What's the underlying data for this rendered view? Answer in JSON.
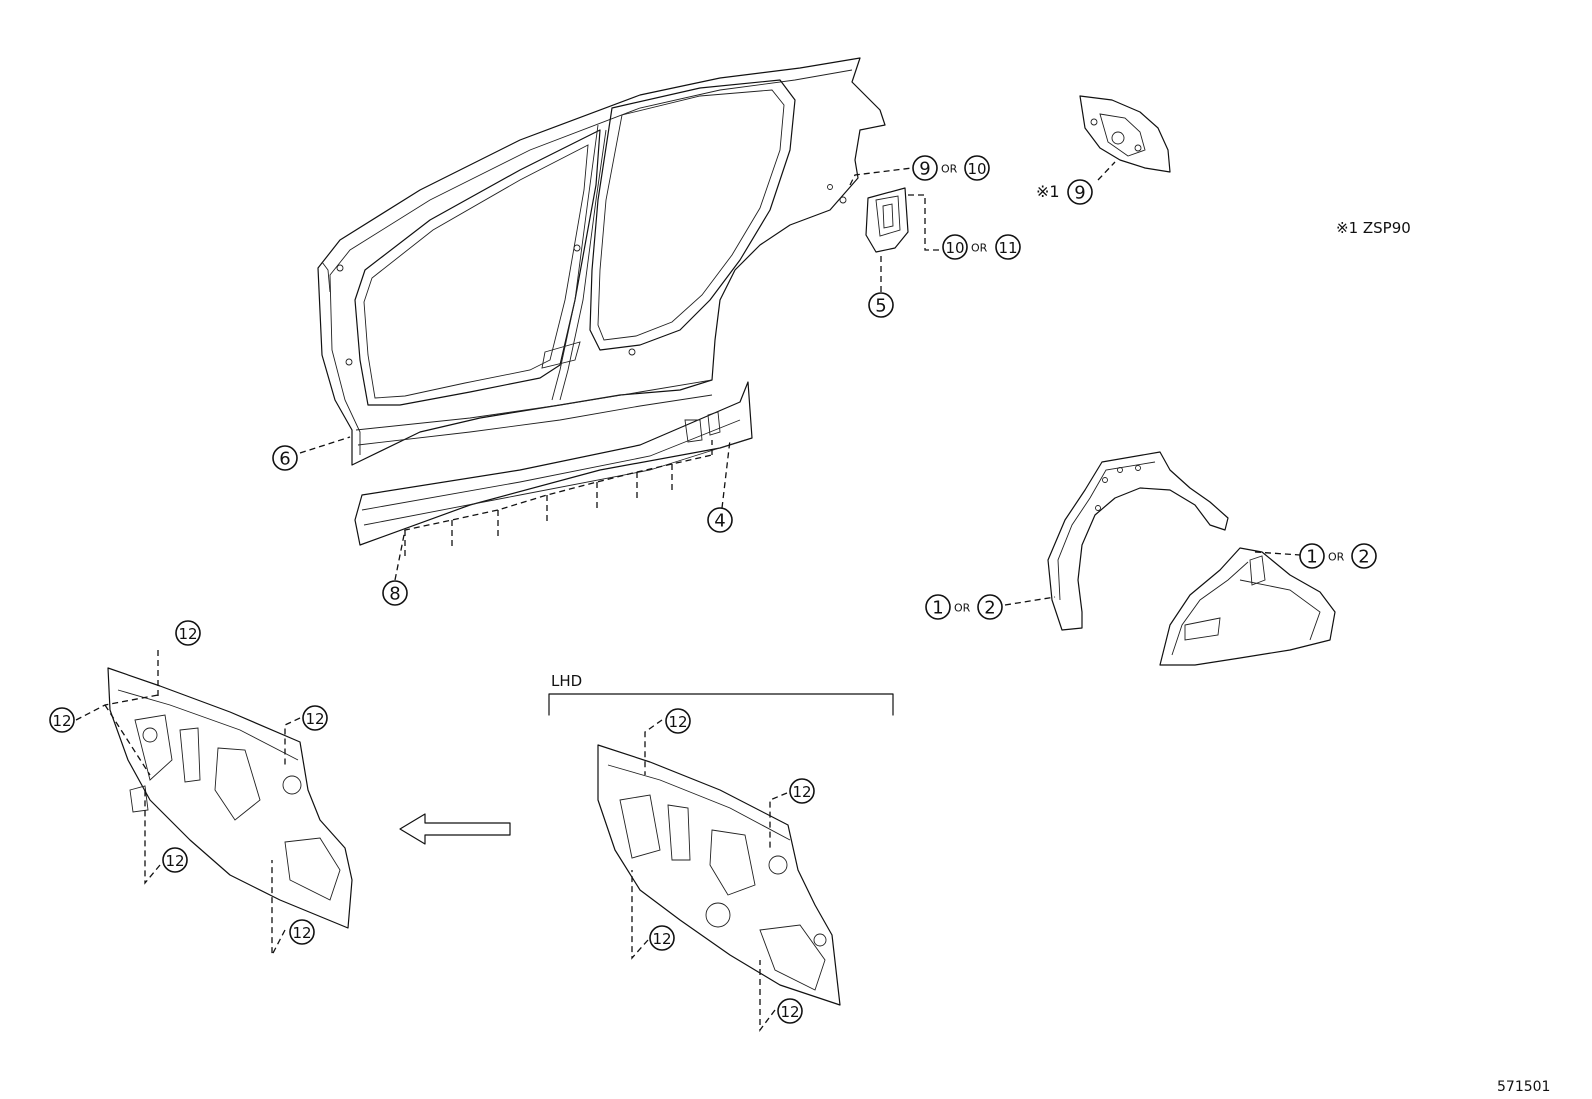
{
  "labels": {
    "lhd": "LHD",
    "note_zsp90": "※1 ZSP90",
    "reference_code": "571501",
    "note_marker_9": "※1"
  },
  "callouts": {
    "c6": "6",
    "c8": "8",
    "c4": "4",
    "c5": "5",
    "c9a": "9",
    "c10a": "10",
    "c10b": "10",
    "c11b": "11",
    "c9note": "9",
    "c1a": "1",
    "c2a": "2",
    "c1b": "1",
    "c2b": "2",
    "c12_1": "12",
    "c12_2": "12",
    "c12_3": "12",
    "c12_4": "12",
    "c12_5": "12",
    "c12_6": "12",
    "c12_7": "12",
    "c12_8": "12",
    "c12_9": "12"
  },
  "or_word": "OR"
}
